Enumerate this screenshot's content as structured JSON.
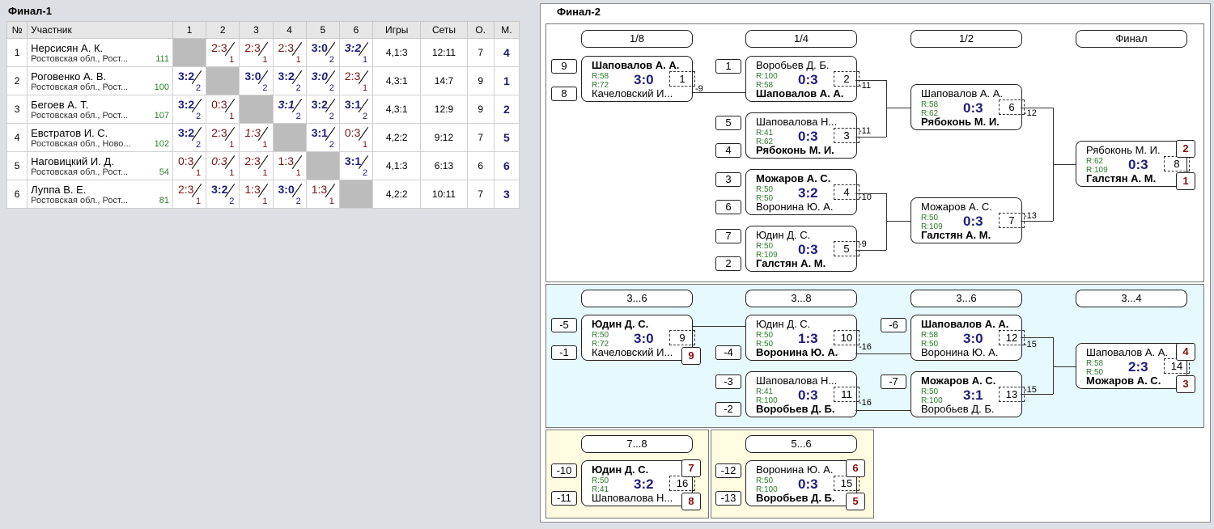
{
  "final1": {
    "title": "Финал-1",
    "headers": [
      "№",
      "Участник",
      "1",
      "2",
      "3",
      "4",
      "5",
      "6",
      "Игры",
      "Сеты",
      "О.",
      "М."
    ],
    "rows": [
      {
        "no": "1",
        "name": "Нерсисян А. К.",
        "region": "Ростовская обл., Рост...",
        "rating": "111",
        "cells": [
          null,
          {
            "s": "2:3",
            "p": "1",
            "w": false,
            "i": false
          },
          {
            "s": "2:3",
            "p": "1",
            "w": false,
            "i": false
          },
          {
            "s": "2:3",
            "p": "1",
            "w": false,
            "i": false
          },
          {
            "s": "3:0",
            "p": "2",
            "w": true,
            "i": false
          },
          {
            "s": "3:2",
            "p": "1",
            "w": true,
            "i": true
          }
        ],
        "games": "4,1:3",
        "sets": "12:11",
        "points": "7",
        "place": "4"
      },
      {
        "no": "2",
        "name": "Роговенко А. В.",
        "region": "Ростовская обл., Рост...",
        "rating": "100",
        "cells": [
          {
            "s": "3:2",
            "p": "2",
            "w": true,
            "i": false
          },
          null,
          {
            "s": "3:0",
            "p": "2",
            "w": true,
            "i": false
          },
          {
            "s": "3:2",
            "p": "2",
            "w": true,
            "i": false
          },
          {
            "s": "3:0",
            "p": "2",
            "w": true,
            "i": true
          },
          {
            "s": "2:3",
            "p": "1",
            "w": false,
            "i": false
          }
        ],
        "games": "4,3:1",
        "sets": "14:7",
        "points": "9",
        "place": "1"
      },
      {
        "no": "3",
        "name": "Бегоев А. Т.",
        "region": "Ростовская обл., Рост...",
        "rating": "107",
        "cells": [
          {
            "s": "3:2",
            "p": "2",
            "w": true,
            "i": false
          },
          {
            "s": "0:3",
            "p": "1",
            "w": false,
            "i": false
          },
          null,
          {
            "s": "3:1",
            "p": "2",
            "w": true,
            "i": true
          },
          {
            "s": "3:2",
            "p": "2",
            "w": true,
            "i": false
          },
          {
            "s": "3:1",
            "p": "2",
            "w": true,
            "i": false
          }
        ],
        "games": "4,3:1",
        "sets": "12:9",
        "points": "9",
        "place": "2"
      },
      {
        "no": "4",
        "name": "Евстратов И. С.",
        "region": "Ростовская обл., Ново...",
        "rating": "102",
        "cells": [
          {
            "s": "3:2",
            "p": "2",
            "w": true,
            "i": false
          },
          {
            "s": "2:3",
            "p": "1",
            "w": false,
            "i": false
          },
          {
            "s": "1:3",
            "p": "1",
            "w": false,
            "i": true
          },
          null,
          {
            "s": "3:1",
            "p": "2",
            "w": true,
            "i": false
          },
          {
            "s": "0:3",
            "p": "1",
            "w": false,
            "i": false
          }
        ],
        "games": "4,2:2",
        "sets": "9:12",
        "points": "7",
        "place": "5"
      },
      {
        "no": "5",
        "name": "Наговицкий И. Д.",
        "region": "Ростовская обл., Рост...",
        "rating": "54",
        "cells": [
          {
            "s": "0:3",
            "p": "1",
            "w": false,
            "i": false
          },
          {
            "s": "0:3",
            "p": "1",
            "w": false,
            "i": true
          },
          {
            "s": "2:3",
            "p": "1",
            "w": false,
            "i": false
          },
          {
            "s": "1:3",
            "p": "1",
            "w": false,
            "i": false
          },
          null,
          {
            "s": "3:1",
            "p": "2",
            "w": true,
            "i": false
          }
        ],
        "games": "4,1:3",
        "sets": "6:13",
        "points": "6",
        "place": "6"
      },
      {
        "no": "6",
        "name": "Луппа В. Е.",
        "region": "Ростовская обл., Рост...",
        "rating": "81",
        "cells": [
          {
            "s": "2:3",
            "p": "1",
            "w": false,
            "i": false
          },
          {
            "s": "3:2",
            "p": "2",
            "w": true,
            "i": false
          },
          {
            "s": "1:3",
            "p": "1",
            "w": false,
            "i": false
          },
          {
            "s": "3:0",
            "p": "2",
            "w": true,
            "i": false
          },
          {
            "s": "1:3",
            "p": "1",
            "w": false,
            "i": false
          },
          null
        ],
        "games": "4,2:2",
        "sets": "10:11",
        "points": "7",
        "place": "3"
      }
    ]
  },
  "final2": {
    "title": "Финал-2",
    "main_rounds": [
      "1/8",
      "1/4",
      "1/2",
      "Финал"
    ],
    "cons1_rounds": [
      "3...6",
      "3...8",
      "3...6",
      "3...4"
    ],
    "cons2_round_a": "7...8",
    "cons2_round_b": "5...6",
    "matches": [
      {
        "p1": "Шаповалов А. А.",
        "p2": "Качеловский И...",
        "r1": "R:58",
        "r2": "R:72",
        "score": "3:0",
        "num": "1",
        "w": 1
      },
      {
        "p1": "Воробьев Д. Б.",
        "p2": "Шаповалов А. А.",
        "r1": "R:100",
        "r2": "R:58",
        "score": "0:3",
        "num": "2",
        "w": 2
      },
      {
        "p1": "Шаповалова Н...",
        "p2": "Рябоконь М. И.",
        "r1": "R:41",
        "r2": "R:62",
        "score": "0:3",
        "num": "3",
        "w": 2
      },
      {
        "p1": "Можаров А. С.",
        "p2": "Воронина Ю. А.",
        "r1": "R:50",
        "r2": "R:50",
        "score": "3:2",
        "num": "4",
        "w": 1
      },
      {
        "p1": "Юдин Д. С.",
        "p2": "Галстян А. М.",
        "r1": "R:50",
        "r2": "R:109",
        "score": "0:3",
        "num": "5",
        "w": 2
      },
      {
        "p1": "Шаповалов А. А.",
        "p2": "Рябоконь М. И.",
        "r1": "R:58",
        "r2": "R:62",
        "score": "0:3",
        "num": "6",
        "w": 2
      },
      {
        "p1": "Можаров А. С.",
        "p2": "Галстян А. М.",
        "r1": "R:50",
        "r2": "R:109",
        "score": "0:3",
        "num": "7",
        "w": 2
      },
      {
        "p1": "Рябоконь М. И.",
        "p2": "Галстян А. М.",
        "r1": "R:62",
        "r2": "R:109",
        "score": "0:3",
        "num": "8",
        "w": 2
      },
      {
        "p1": "Юдин Д. С.",
        "p2": "Качеловский И...",
        "r1": "R:50",
        "r2": "R:72",
        "score": "3:0",
        "num": "9",
        "w": 1
      },
      {
        "p1": "Юдин Д. С.",
        "p2": "Воронина Ю. А.",
        "r1": "R:50",
        "r2": "R:50",
        "score": "1:3",
        "num": "10",
        "w": 2
      },
      {
        "p1": "Шаповалова Н...",
        "p2": "Воробьев Д. Б.",
        "r1": "R:41",
        "r2": "R:100",
        "score": "0:3",
        "num": "11",
        "w": 2
      },
      {
        "p1": "Шаповалов А. А.",
        "p2": "Воронина Ю. А.",
        "r1": "R:58",
        "r2": "R:50",
        "score": "3:0",
        "num": "12",
        "w": 1
      },
      {
        "p1": "Можаров А. С.",
        "p2": "Воробьев Д. Б.",
        "r1": "R:50",
        "r2": "R:100",
        "score": "3:1",
        "num": "13",
        "w": 1
      },
      {
        "p1": "Шаповалов А. А.",
        "p2": "Можаров А. С.",
        "r1": "R:58",
        "r2": "R:50",
        "score": "2:3",
        "num": "14",
        "w": 2
      },
      {
        "p1": "Воронина Ю. А.",
        "p2": "Воробьев Д. Б.",
        "r1": "R:50",
        "r2": "R:100",
        "score": "0:3",
        "num": "15",
        "w": 2
      },
      {
        "p1": "Юдин Д. С.",
        "p2": "Шаповалова Н...",
        "r1": "R:50",
        "r2": "R:41",
        "score": "3:2",
        "num": "16",
        "w": 1
      }
    ],
    "seeds": [
      "9",
      "8",
      "1",
      "5",
      "4",
      "3",
      "6",
      "7",
      "2",
      "-5",
      "-1",
      "-4",
      "-3",
      "-2",
      "-6",
      "-7",
      "-10",
      "-11",
      "-12",
      "-13"
    ],
    "losers": [
      "-9",
      "-11",
      "-11",
      "-10",
      "-9",
      "-12",
      "-13",
      "-16",
      "-16",
      "-15",
      "-15"
    ],
    "places": [
      "2",
      "1",
      "9",
      "4",
      "3",
      "7",
      "8",
      "6",
      "5"
    ]
  }
}
